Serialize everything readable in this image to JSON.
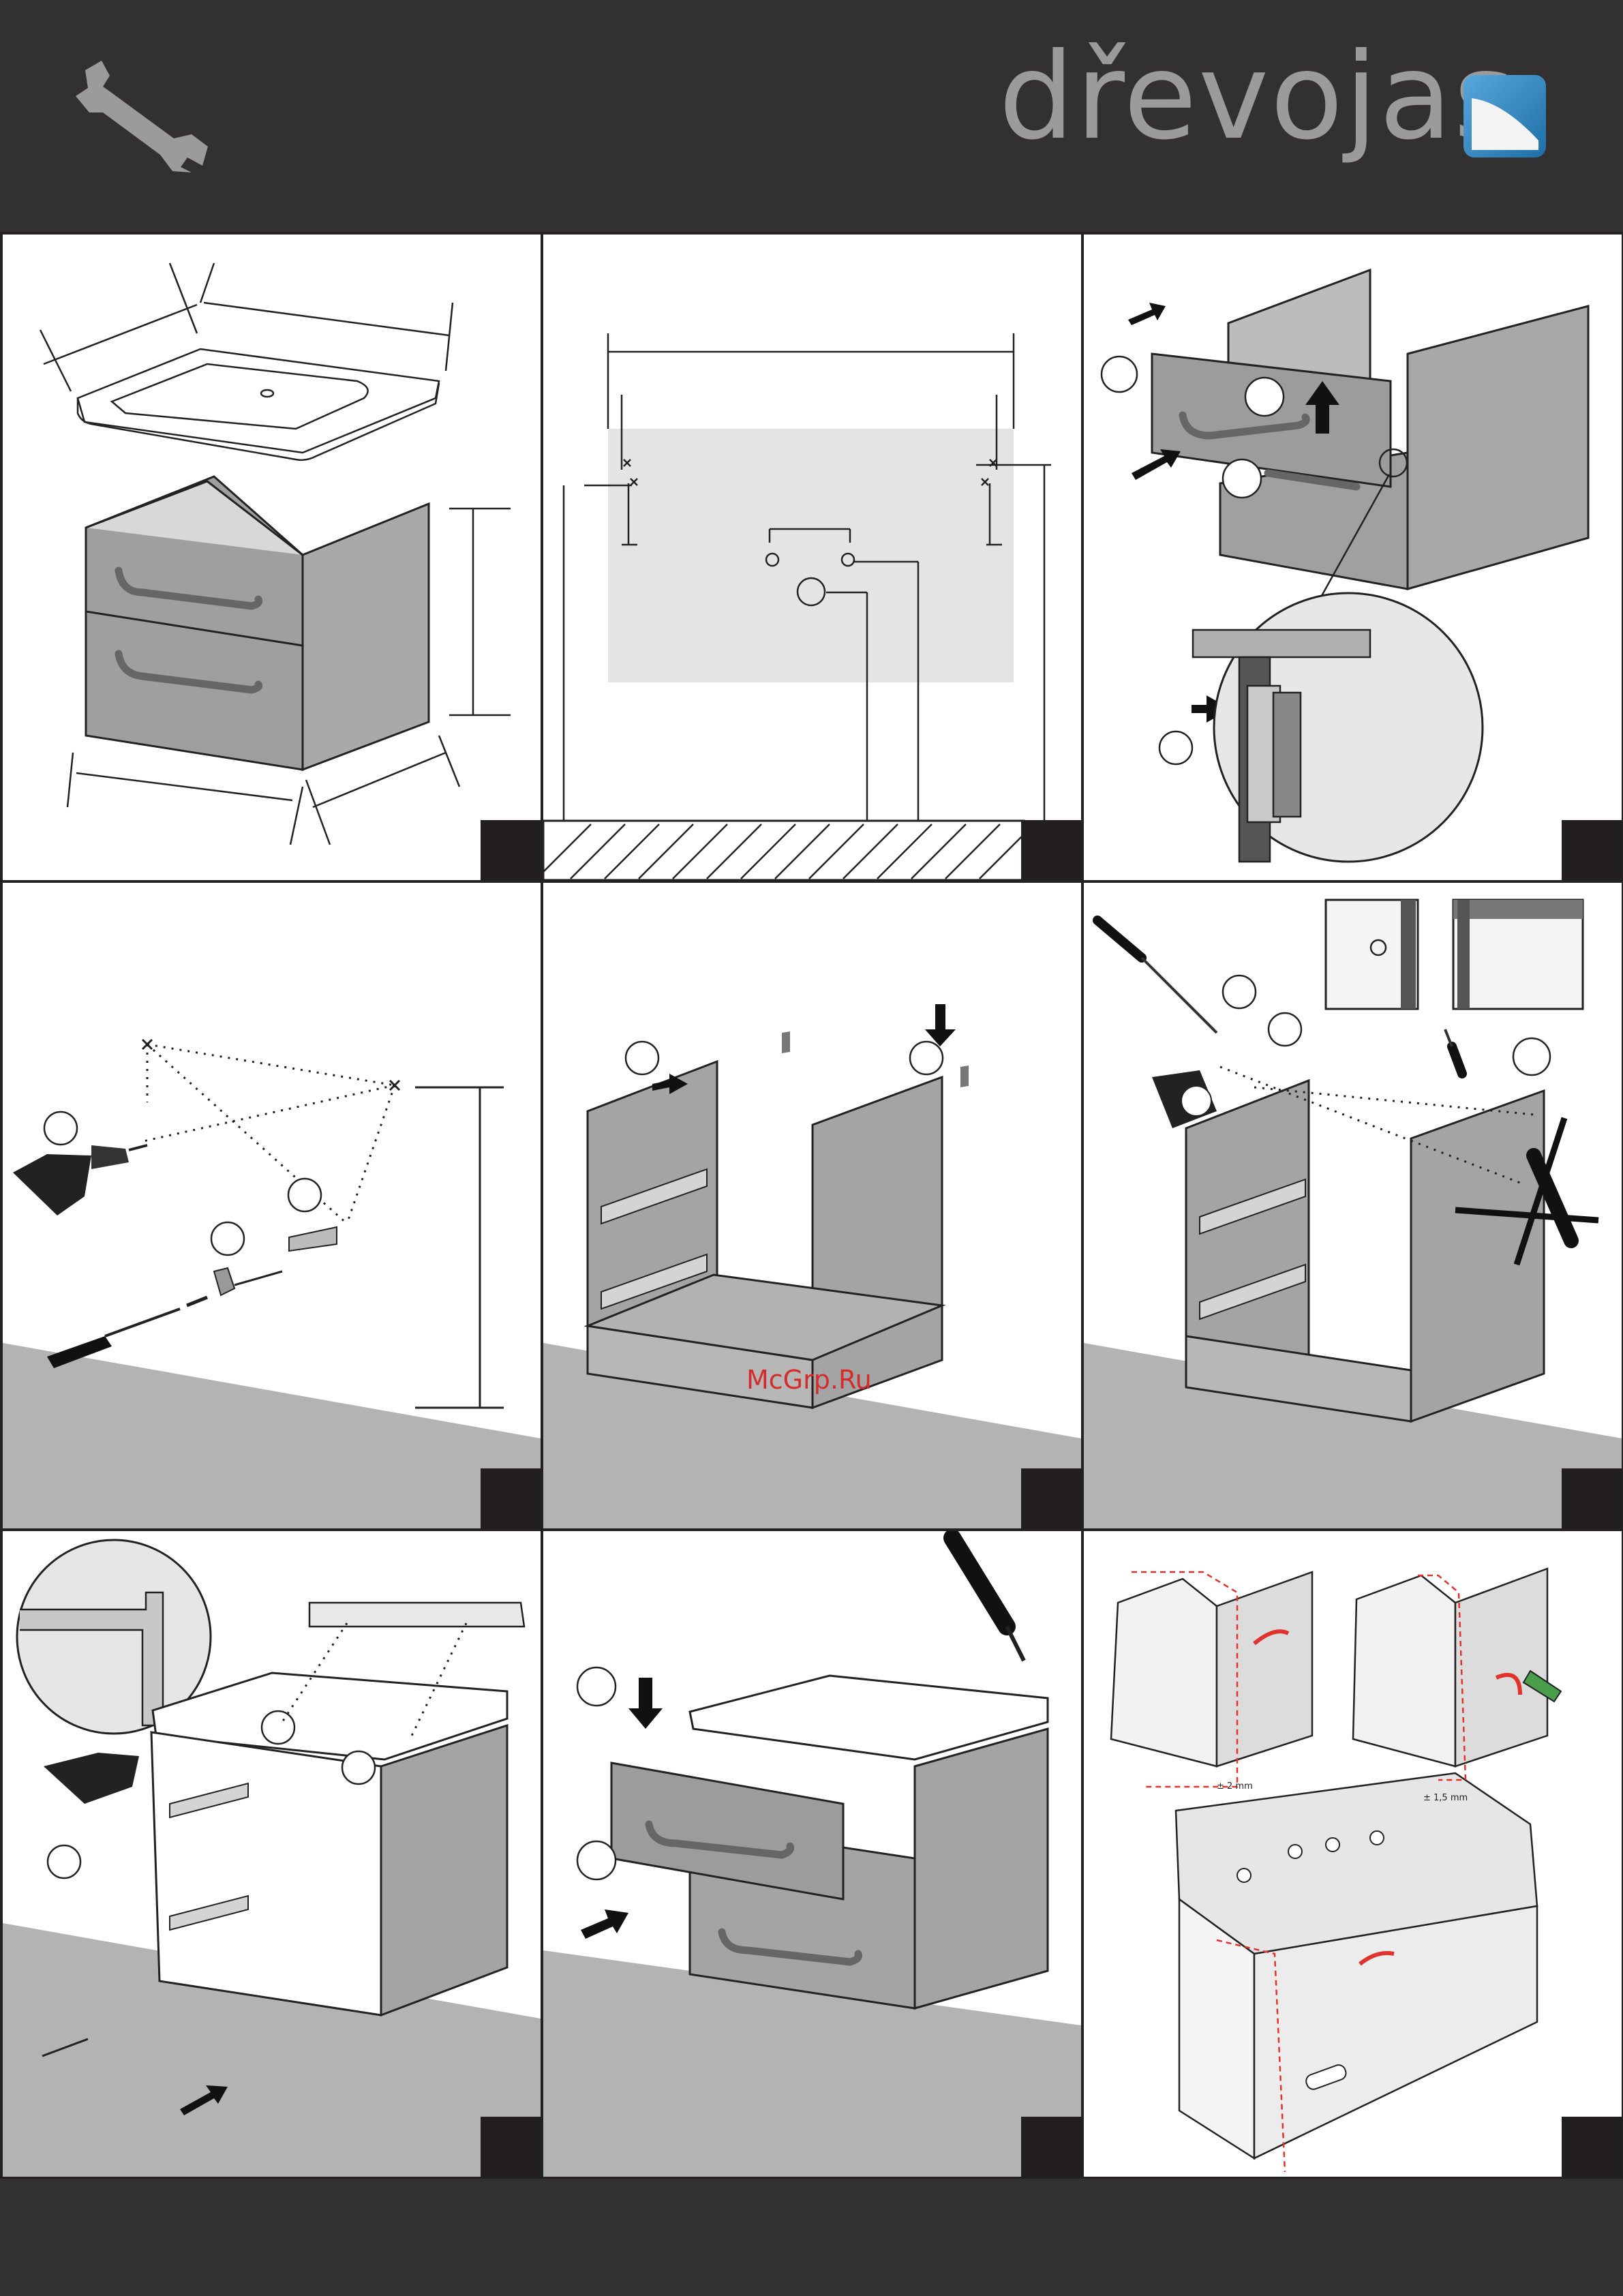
{
  "header": {
    "brand_name": "dřevojas",
    "icons": [
      "wrench-icon",
      "brand-logo-icon"
    ]
  },
  "watermark": "McGrp.Ru",
  "panels": [
    {
      "id": 1,
      "subject": "washbasin-and-cabinet-dimensions"
    },
    {
      "id": 2,
      "subject": "wall-drilling-layout"
    },
    {
      "id": 3,
      "subject": "drawer-removal"
    },
    {
      "id": 4,
      "subject": "wall-drilling-and-hooks"
    },
    {
      "id": 5,
      "subject": "hanging-cabinet-frame"
    },
    {
      "id": 6,
      "subject": "hanger-adjustment-and-no-silicone"
    },
    {
      "id": 7,
      "subject": "washbasin-fixing"
    },
    {
      "id": 8,
      "subject": "sealing-and-drawer-insertion"
    },
    {
      "id": 9,
      "subject": "drawer-front-adjustment"
    }
  ],
  "adjust_labels": {
    "side": "± 2 mm",
    "height": "± 1,5 mm"
  },
  "colors": {
    "background": "#333031",
    "brand_text": "#9b9b9b",
    "cabinet_gray": "#a7a7a7",
    "floor_gray": "#b3b3b3",
    "adjust_red": "#e0332d"
  }
}
